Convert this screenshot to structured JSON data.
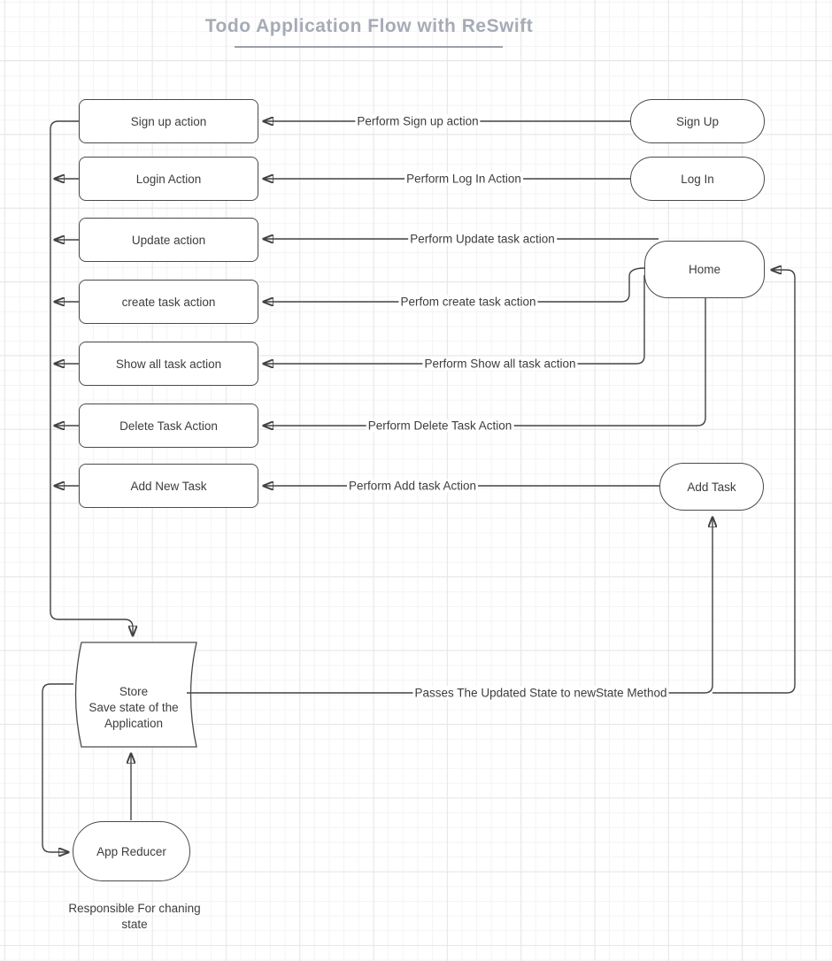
{
  "title": {
    "text": "Todo Application Flow with ReSwift"
  },
  "colors": {
    "title_text": "#a6abb6",
    "stroke": "#424242",
    "node_border": "#4a4a4a",
    "node_fill": "#ffffff",
    "label_text": "#3d3d3d"
  },
  "nodes": {
    "actions": [
      {
        "label": "Sign up action"
      },
      {
        "label": "Login Action"
      },
      {
        "label": "Update action"
      },
      {
        "label": "create task action"
      },
      {
        "label": "Show all task action"
      },
      {
        "label": "Delete Task Action"
      },
      {
        "label": "Add New Task"
      }
    ],
    "screens": [
      {
        "label": "Sign Up"
      },
      {
        "label": "Log In"
      },
      {
        "label": "Home"
      },
      {
        "label": "Add Task"
      }
    ],
    "store": {
      "label": "Store\nSave state of the\nApplication"
    },
    "reducer": {
      "label": "App Reducer"
    }
  },
  "edge_labels": {
    "perform_sign_up": "Perform Sign up action",
    "perform_log_in": "Perform Log In Action",
    "perform_update": "Perform Update task action",
    "perform_create": "Perfom create task action",
    "perform_show_all": "Perform Show all task action",
    "perform_delete": "Perform Delete Task Action",
    "perform_add": "Perform Add task Action",
    "passes_state": "Passes The Updated State to newState Method"
  },
  "caption": {
    "text": "Responsible For chaning\nstate"
  }
}
